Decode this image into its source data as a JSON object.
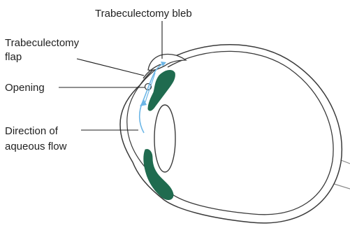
{
  "labels": {
    "bleb": "Trabeculectomy bleb",
    "flap_line1": "Trabeculectomy",
    "flap_line2": "flap",
    "opening": "Opening",
    "flow_line1": "Direction of",
    "flow_line2": "aqueous flow"
  },
  "colors": {
    "outline": "#3a3a3a",
    "tissue": "#1f6b4f",
    "flow_arrow": "#6cb6e6",
    "text": "#1f1f1f",
    "background": "#ffffff"
  }
}
